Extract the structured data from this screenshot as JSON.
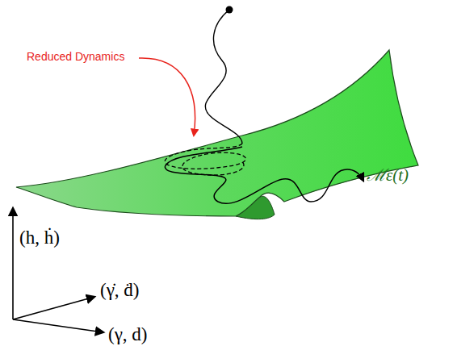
{
  "diagram": {
    "labels": [
      "Reduced Dynamics",
      "ℳε(t)",
      "(h, ḣ)",
      "(γ̇, ḋ)",
      "(γ, d)"
    ]
  }
}
